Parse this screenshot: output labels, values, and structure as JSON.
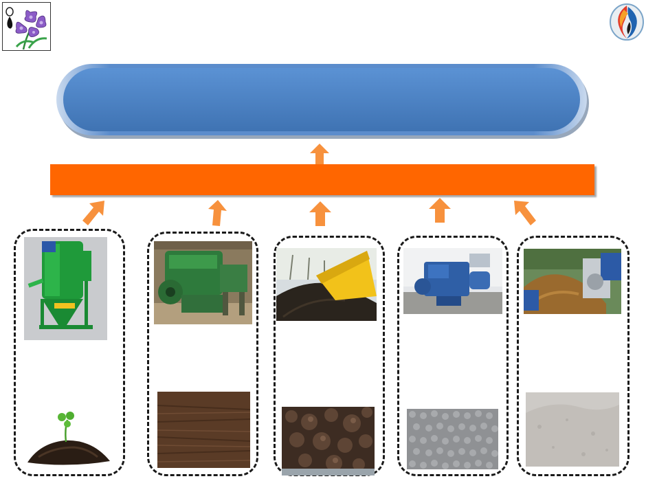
{
  "banner": {
    "title": ""
  },
  "process_bar": {
    "label": ""
  },
  "logos": [
    {
      "name": "flower-logo",
      "icon": "iris-flower-with-drop-icon"
    },
    {
      "name": "flame-logo",
      "icon": "flame-swirl-icon"
    }
  ],
  "colors": {
    "banner_blue": "#4a80c0",
    "bar_orange": "#ff6600",
    "arrow_orange": "#f7913d",
    "dash": "#1a1a1a"
  },
  "columns": [
    {
      "name": "column-1",
      "machine_photo": "green-vertical-mixer",
      "product_photo": "soil-with-sprout"
    },
    {
      "name": "column-2",
      "machine_photo": "green-industrial-mixer",
      "product_photo": "dark-brown-compost"
    },
    {
      "name": "column-3",
      "machine_photo": "dump-truck-unloading-soil",
      "product_photo": "crumbly-soil-clods"
    },
    {
      "name": "column-4",
      "machine_photo": "blue-pellet-mill",
      "product_photo": "grey-pellets"
    },
    {
      "name": "column-5",
      "machine_photo": "screw-press-separator",
      "product_photo": "light-grey-powder"
    }
  ]
}
